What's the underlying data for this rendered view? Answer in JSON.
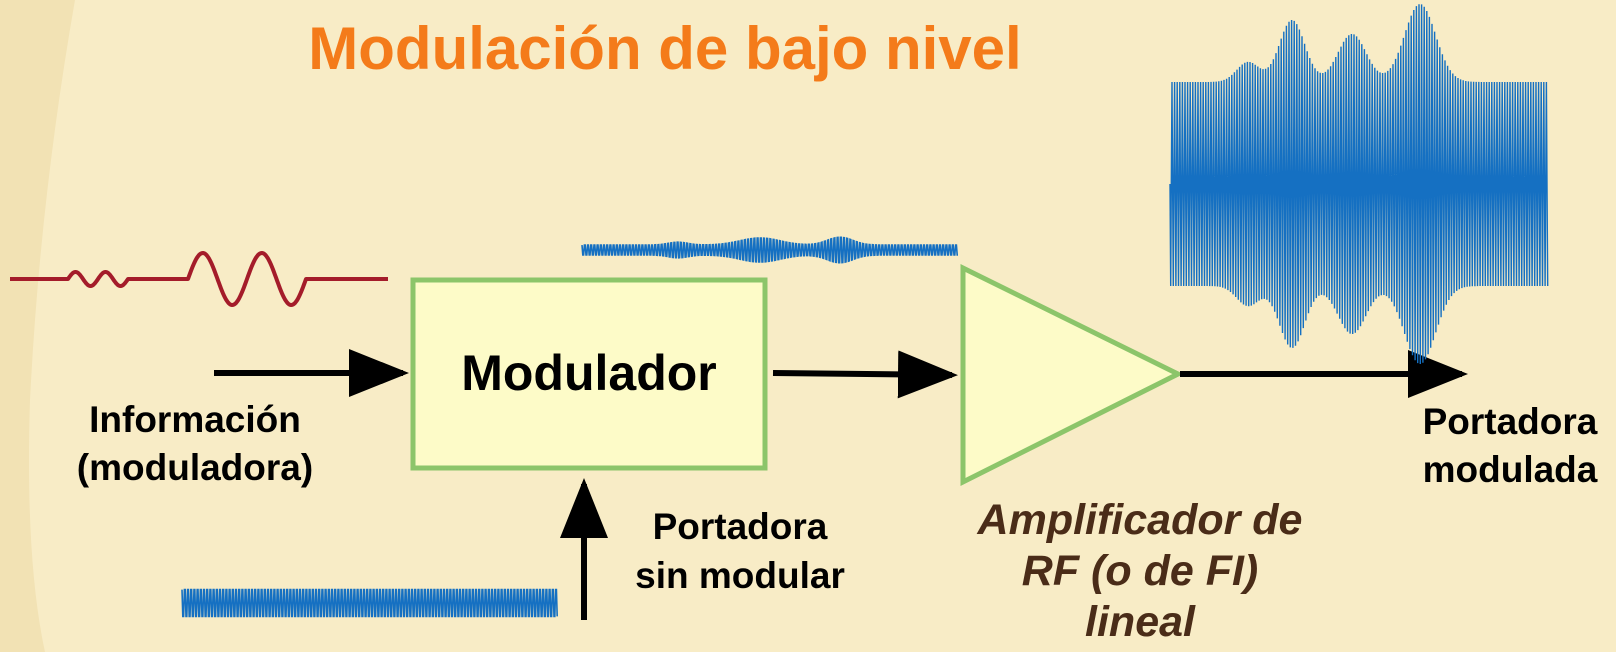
{
  "title": "Modulación de bajo nivel",
  "modulator": {
    "label": "Modulador"
  },
  "information": {
    "line1": "Información",
    "line2": "(moduladora)"
  },
  "carrier_unmodulated": {
    "line1": "Portadora",
    "line2": "sin modular"
  },
  "amplifier": {
    "line1": "Amplificador de",
    "line2": "RF (o de FI)",
    "line3": "lineal"
  },
  "output": {
    "line1": "Portadora",
    "line2": "modulada"
  },
  "colors": {
    "background": "#f8ecc6",
    "title": "#f47b1a",
    "box_fill": "#fdfbc8",
    "box_stroke": "#8cc56a",
    "modulating_signal": "#a41c2a",
    "rf_signal": "#1570c2",
    "amplifier_label": "#4a2c18"
  }
}
